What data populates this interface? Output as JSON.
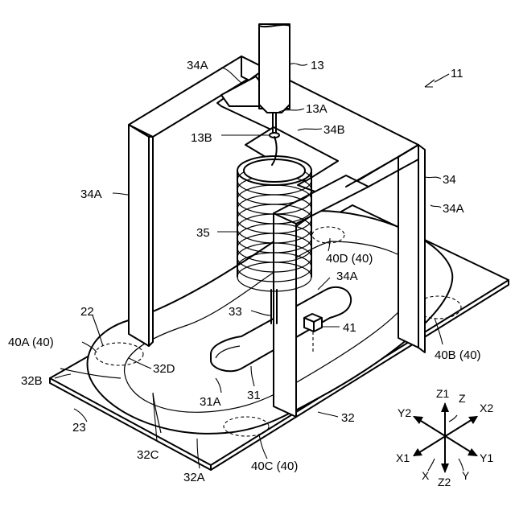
{
  "figure": {
    "labels": {
      "l11": "11",
      "l13": "13",
      "l13A": "13A",
      "l13B": "13B",
      "l34A_top": "34A",
      "l34B": "34B",
      "l34": "34",
      "l34A_left": "34A",
      "l34A_right": "34A",
      "l35": "35",
      "l40D": "40D (40)",
      "l34A_inner": "34A",
      "l33": "33",
      "l41": "41",
      "l22": "22",
      "l40A": "40A (40)",
      "l32D": "32D",
      "l40B": "40B (40)",
      "l32B": "32B",
      "l31A": "31A",
      "l31": "31",
      "l32": "32",
      "l23": "23",
      "l32C": "32C",
      "l40C": "40C (40)",
      "l32A": "32A"
    },
    "axes": {
      "z1": "Z1",
      "z": "Z",
      "y2": "Y2",
      "x2": "X2",
      "x1": "X1",
      "y1": "Y1",
      "x": "X",
      "y": "Y",
      "z2": "Z2"
    }
  }
}
